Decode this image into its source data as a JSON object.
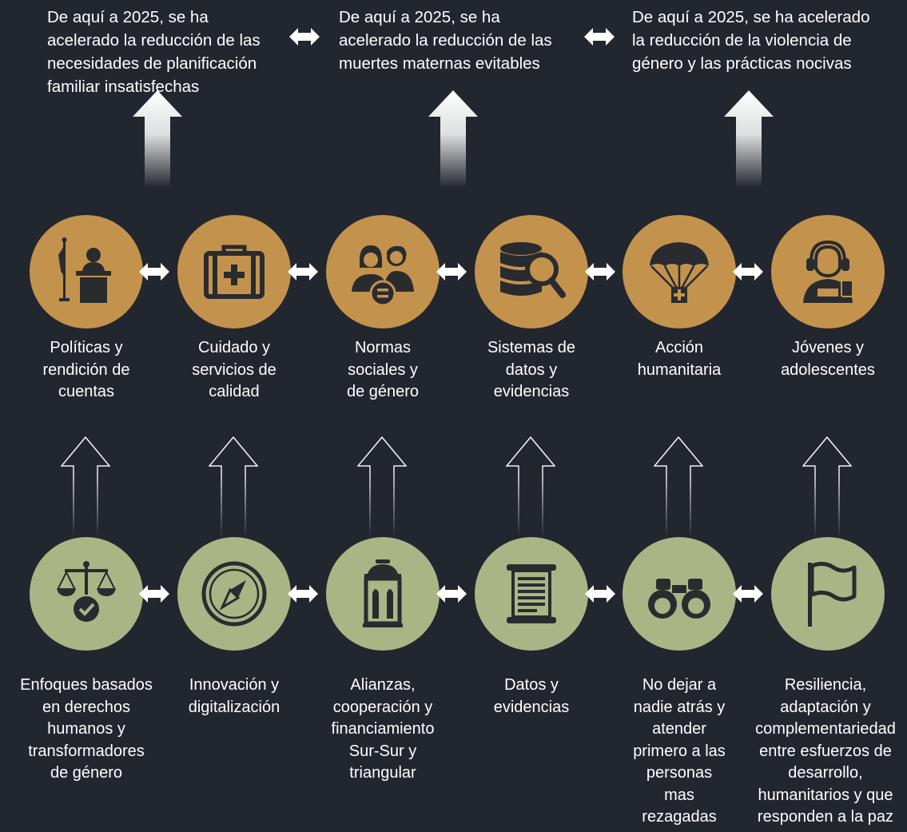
{
  "results": [
    {
      "text": "De aquí a 2025, se ha\nacelerado la reducción de las\nnecesidades de planificación\nfamiliar insatisfechas"
    },
    {
      "text": "De aquí a 2025, se ha\nacelerado la reducción de las\nmuertes maternas evitables"
    },
    {
      "text": "De aquí a 2025, se ha acelerado\nla reducción de la violencia de\ngénero y las prácticas nocivas"
    }
  ],
  "outputs": [
    {
      "label": "Políticas y\nrendición de\ncuentas",
      "icon": "podium-speaker-icon"
    },
    {
      "label": "Cuidado y\nservicios de\ncalidad",
      "icon": "medical-kit-icon"
    },
    {
      "label": "Normas\nsociales y\nde género",
      "icon": "gender-equality-people-icon"
    },
    {
      "label": "Sistemas de\ndatos y\nevidencias",
      "icon": "database-search-icon"
    },
    {
      "label": "Acción\nhumanitaria",
      "icon": "parachute-aid-icon"
    },
    {
      "label": "Jóvenes y\nadolescentes",
      "icon": "young-person-headset-icon"
    }
  ],
  "accelerators": [
    {
      "label": "Enfoques basados\nen derechos\nhumanos y\ntransformadores\nde género",
      "icon": "scales-check-icon"
    },
    {
      "label": "Innovación y\ndigitalización",
      "icon": "compass-icon"
    },
    {
      "label": "Alianzas,\ncooperación y\nfinanciamiento\nSur-Sur y\ntriangular",
      "icon": "lantern-icon"
    },
    {
      "label": "Datos y\nevidencias",
      "icon": "scroll-document-icon"
    },
    {
      "label": "No dejar a\nnadie atrás y\natender\nprimero a las\npersonas\nmas\nrezagadas",
      "icon": "binoculars-icon"
    },
    {
      "label": "Resiliencia,\nadaptación y\ncomplementariedad\nentre esfuerzos de\ndesarrollo,\nhumanitarios y que\nresponden a la paz",
      "icon": "flag-icon"
    }
  ],
  "colors": {
    "background": "#22262e",
    "output_circle": "#c3934e",
    "accelerator_circle": "#aab586",
    "icon_dark": "#2a2b2e",
    "text": "#ffffff"
  }
}
